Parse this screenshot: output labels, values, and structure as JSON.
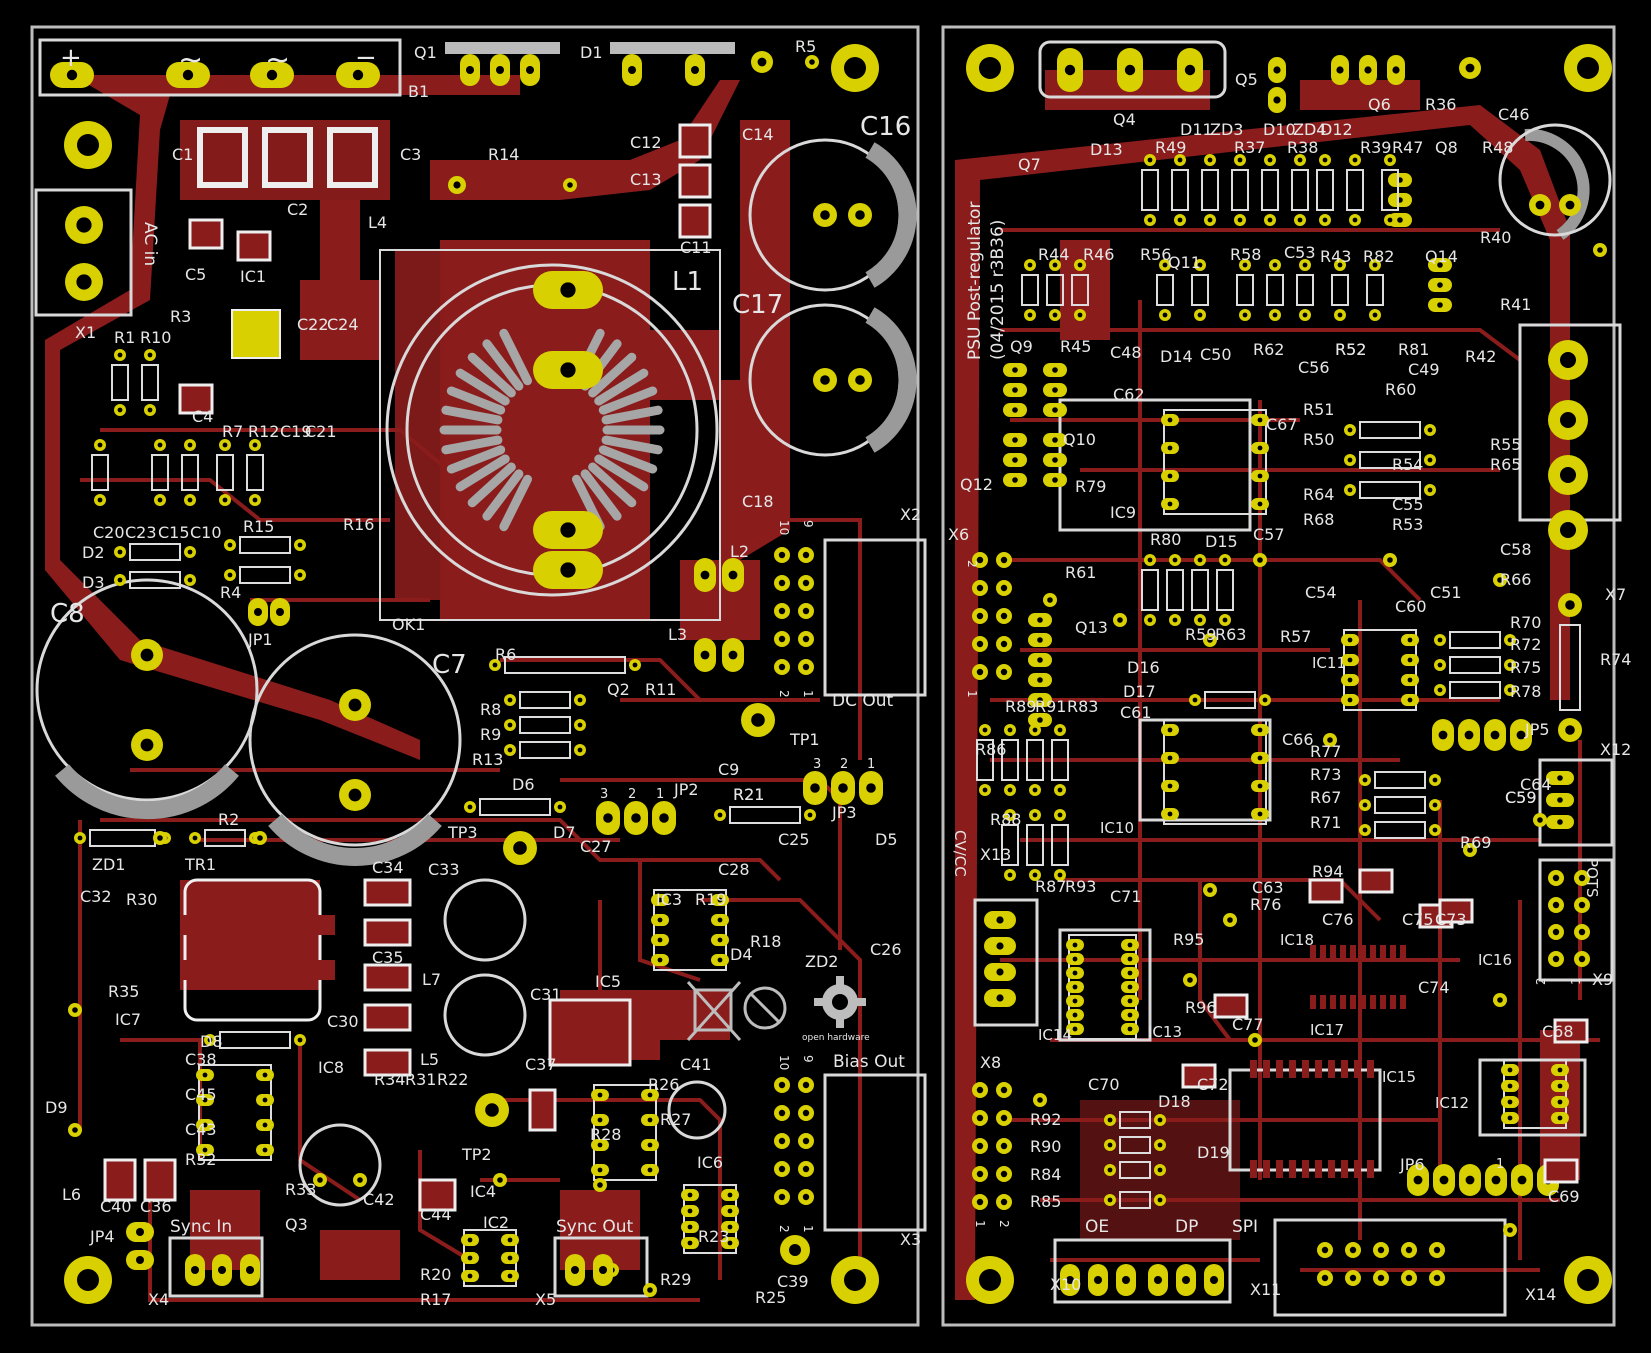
{
  "colors": {
    "background": "#000000",
    "copper": "#8a1c1c",
    "copper_bright": "#b42424",
    "silk": "#e6e6e6",
    "pad": "#d8d000",
    "outline": "#bdbdbd"
  },
  "boards": {
    "left": {
      "top_labels": {
        "plus": "+",
        "ac1": "~",
        "ac2": "~",
        "minus": "−"
      },
      "connector_labels": {
        "ac_in": "AC in",
        "dc_out": "DC Out",
        "bias_out": "Bias Out",
        "sync_in": "Sync In",
        "sync_out": "Sync Out",
        "open_hardware": "open hardware"
      },
      "pin_numbers": {
        "p10a": "10",
        "p9a": "9",
        "p2a": "2",
        "p1a": "1",
        "p10b": "10",
        "p9b": "9",
        "p2b": "2",
        "p1b": "1",
        "jp2_3": "3",
        "jp2_2": "2",
        "jp2_1": "1",
        "jp3_3": "3",
        "jp3_2": "2",
        "jp3_1": "1"
      },
      "refs": [
        "Q1",
        "D1",
        "R5",
        "B1",
        "C16",
        "C14",
        "C12",
        "C13",
        "C11",
        "C1",
        "C2",
        "C3",
        "R14",
        "L4",
        "C8",
        "C5",
        "IC1",
        "L1",
        "C17",
        "R3",
        "R1",
        "R10",
        "C22",
        "C24",
        "C4",
        "R7",
        "R12",
        "C19",
        "C21",
        "C20",
        "C23",
        "C15",
        "C10",
        "R15",
        "R16",
        "D2",
        "D3",
        "R4",
        "JP1",
        "OK1",
        "C18",
        "L2",
        "L3",
        "C7",
        "R6",
        "R8",
        "R9",
        "R13",
        "Q2",
        "R11",
        "TP1",
        "C9",
        "D6",
        "JP2",
        "R21",
        "JP3",
        "D7",
        "TP3",
        "C27",
        "C28",
        "C25",
        "D5",
        "R2",
        "ZD1",
        "TR1",
        "C34",
        "C33",
        "R19",
        "IC3",
        "D4",
        "R18",
        "ZD2",
        "C26",
        "C32",
        "R30",
        "R35",
        "C35",
        "L7",
        "IC7",
        "C31",
        "IC5",
        "C30",
        "D8",
        "IC8",
        "L5",
        "C41",
        "D9",
        "C38",
        "C45",
        "C43",
        "C37",
        "R34",
        "R31",
        "R22",
        "R26",
        "R27",
        "R28",
        "R32",
        "R33",
        "TP2",
        "IC4",
        "R21",
        "IC6",
        "L6",
        "C40",
        "C36",
        "C42",
        "C44",
        "JP4",
        "Q3",
        "IC2",
        "C39",
        "R20",
        "R17",
        "R23",
        "R29",
        "R25",
        "X1",
        "X2",
        "X3",
        "X4",
        "X5"
      ]
    },
    "right": {
      "title_text": "PSU Post-regulator",
      "date_text": "(04/2015 r3B36)",
      "connector_labels": {
        "cv_cc": "CV/CC",
        "pots": "POTS",
        "oe": "OE",
        "dp": "DP",
        "spi": "SPI"
      },
      "pin_numbers": {
        "x6_2": "2",
        "x6_1": "1",
        "x8_2": "2",
        "x8_1": "1",
        "jp6_1": "1",
        "x9_2": "2",
        "x9_1": "1"
      },
      "refs": [
        "Q4",
        "Q5",
        "Q6",
        "R36",
        "C46",
        "D13",
        "Q7",
        "R49",
        "D11",
        "ZD3",
        "R37",
        "D10",
        "ZD4",
        "D12",
        "R38",
        "R39",
        "R47",
        "Q8",
        "R48",
        "R44",
        "R46",
        "R56",
        "R58",
        "C53",
        "R43",
        "R82",
        "Q14",
        "R40",
        "R41",
        "Q11",
        "C48",
        "R62",
        "R52",
        "R81",
        "R42",
        "Q9",
        "R45",
        "D14",
        "C50",
        "C56",
        "C49",
        "Q10",
        "C62",
        "C67",
        "R51",
        "R50",
        "R60",
        "R52",
        "R54",
        "R55",
        "R65",
        "IC9",
        "R79",
        "Q12",
        "R64",
        "R68",
        "C55",
        "R53",
        "C58",
        "R66",
        "X6",
        "R80",
        "D15",
        "C57",
        "R61",
        "R59",
        "R63",
        "R57",
        "C54",
        "C60",
        "C51",
        "R70",
        "R72",
        "R75",
        "R78",
        "R74",
        "Q13",
        "IC11",
        "D16",
        "D17",
        "C61",
        "C59",
        "R89",
        "R91",
        "R83",
        "R86",
        "C66",
        "R77",
        "R73",
        "R67",
        "R71",
        "JP5",
        "X12",
        "C64",
        "C59",
        "IC10",
        "R69",
        "X13",
        "R88",
        "R87",
        "R93",
        "C63",
        "R94",
        "R76",
        "C71",
        "C76",
        "C75",
        "C73",
        "IC18",
        "R95",
        "IC16",
        "IC13",
        "R96",
        "C77",
        "IC17",
        "C74",
        "X9",
        "IC14",
        "X8",
        "C68",
        "C70",
        "C72",
        "IC15",
        "IC12",
        "D18",
        "R92",
        "R90",
        "D19",
        "R84",
        "R85",
        "JP6",
        "C69",
        "X10",
        "X11",
        "X14",
        "X7"
      ]
    }
  }
}
